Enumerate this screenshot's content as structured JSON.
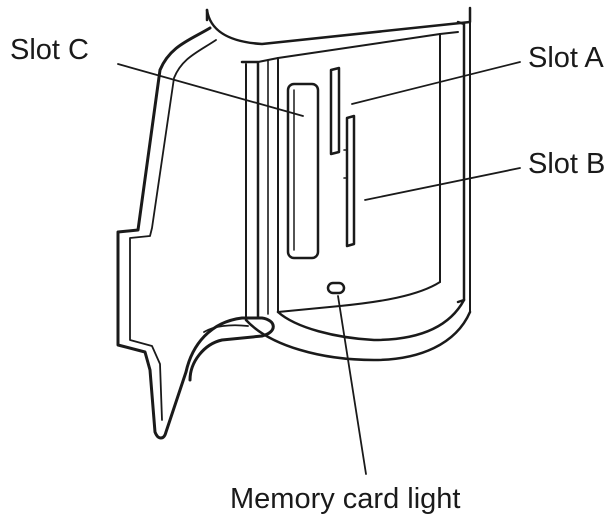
{
  "labels": {
    "slot_c": "Slot C",
    "slot_a": "Slot A",
    "slot_b": "Slot B",
    "memory_card_light": "Memory card light"
  },
  "colors": {
    "line": "#1a1a1a",
    "background": "#ffffff"
  }
}
